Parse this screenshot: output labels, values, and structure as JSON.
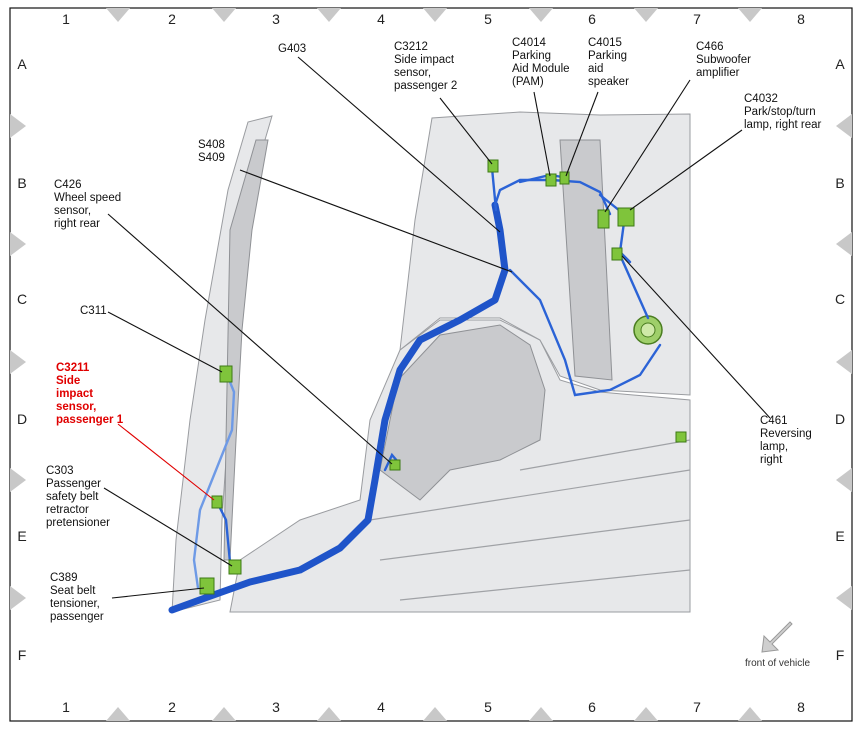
{
  "grid": {
    "columns": [
      "1",
      "2",
      "3",
      "4",
      "5",
      "6",
      "7",
      "8"
    ],
    "rows": [
      "A",
      "B",
      "C",
      "D",
      "E",
      "F"
    ]
  },
  "callouts": {
    "g403": [
      "G403"
    ],
    "c3212": [
      "C3212",
      "Side impact",
      "sensor,",
      "passenger 2"
    ],
    "c4014": [
      "C4014",
      "Parking",
      "Aid Module",
      "(PAM)"
    ],
    "c4015": [
      "C4015",
      "Parking",
      "aid",
      "speaker"
    ],
    "c466": [
      "C466",
      "Subwoofer",
      "amplifier"
    ],
    "c4032": [
      "C4032",
      "Park/stop/turn",
      "lamp, right rear"
    ],
    "s408": [
      "S408",
      "S409"
    ],
    "c426": [
      "C426",
      "Wheel speed",
      "sensor,",
      "right rear"
    ],
    "c311": [
      "C311"
    ],
    "c3211": [
      "C3211",
      "Side",
      "impact",
      "sensor,",
      "passenger 1"
    ],
    "c303": [
      "C303",
      "Passenger",
      "safety belt",
      "retractor",
      "pretensioner"
    ],
    "c389": [
      "C389",
      "Seat belt",
      "tensioner,",
      "passenger"
    ],
    "c461": [
      "C461",
      "Reversing",
      "lamp,",
      "right"
    ]
  },
  "front_of_vehicle": "front of vehicle",
  "colors": {
    "harness": "#1f54c9",
    "connector": "#7fc43b",
    "highlight": "#e00000"
  }
}
